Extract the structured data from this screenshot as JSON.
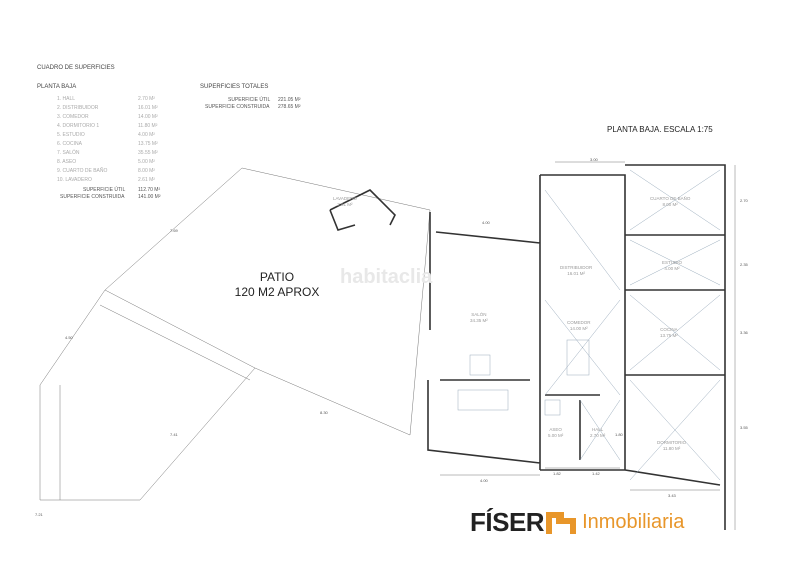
{
  "table": {
    "title": "CUADRO DE SUPERFICIES",
    "section": "PLANTA BAJA",
    "rooms": [
      {
        "name": "1. HALL",
        "area": "2.70 M²"
      },
      {
        "name": "2. DISTRIBUIDOR",
        "area": "16.01 M²"
      },
      {
        "name": "3. COMEDOR",
        "area": "14.00 M²"
      },
      {
        "name": "4. DORMITORIO 1",
        "area": "11.80 M²"
      },
      {
        "name": "5. ESTUDIO",
        "area": "4.00 M²"
      },
      {
        "name": "6. COCINA",
        "area": "13.75 M²"
      },
      {
        "name": "7. SALÓN",
        "area": "35.55 M²"
      },
      {
        "name": "8. ASEO",
        "area": "5.00 M²"
      },
      {
        "name": "9. CUARTO DE BAÑO",
        "area": "8.00 M²"
      },
      {
        "name": "10. LAVADERO",
        "area": "2.61 M²"
      }
    ],
    "useful_label": "SUPERFICIE ÚTIL",
    "useful": "112.70 M²",
    "built_label": "SUPERFICIE CONSTRUIDA",
    "built": "141.00 M²"
  },
  "totals": {
    "title": "SUPERFICIES TOTALES",
    "useful_label": "SUPERFICIE ÚTIL",
    "useful": "221.05 M²",
    "built_label": "SUPERFICIE CONSTRUIDA",
    "built": "278.65 M²"
  },
  "plan_title": "PLANTA BAJA. ESCALA 1:75",
  "patio": {
    "line1": "PATIO",
    "line2": "120 M2 APROX"
  },
  "labels": {
    "lavadero": "LAVADERO\n2.61 M²",
    "salon": "SALÓN\n34.35 M²",
    "distribuidor": "DISTRIBUIDOR\n16.01 M²",
    "comedor": "COMEDOR\n14.00 M²",
    "bano": "CUARTO DE BAÑO\n8.00 M²",
    "estudio": "ESTUDIO\n4.00 M²",
    "cocina": "COCINA\n13.75 M²",
    "aseo": "ASEO\n5.00 M²",
    "hall": "HALL\n2.70 M²",
    "dormitorio": "DORMITORIO\n11.80 M²"
  },
  "dims": [
    "7.69",
    "4.50",
    "7.41",
    "8.30",
    "7.21",
    "4.00",
    "3.00",
    "2.70",
    "2.35",
    "3.36",
    "3.55",
    "4.00",
    "1.82",
    "1.42",
    "1.80",
    "3.43"
  ],
  "watermark": "habitaclia",
  "logo": {
    "name": "FÍSER",
    "tagline": "Inmobiliaria",
    "color": "#e8962a"
  }
}
